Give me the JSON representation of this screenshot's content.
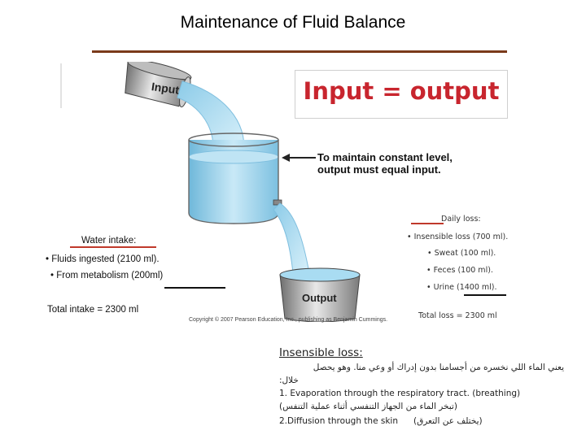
{
  "title": "Maintenance of Fluid Balance",
  "diagram": {
    "input_label": "Input",
    "output_label": "Output",
    "banner": "Input = output",
    "maintain_line1": "To maintain constant level,",
    "maintain_line2": "output must equal input.",
    "copyright": "Copyright © 2007 Pearson Education, Inc., publishing as Benjamin Cummings."
  },
  "intake": {
    "heading": "Water intake:",
    "items": [
      "• Fluids ingested (2100 ml).",
      "• From metabolism (200ml)"
    ],
    "total": "Total intake = 2300 ml"
  },
  "loss": {
    "heading": "Daily loss:",
    "items": [
      "• Insensible loss (700 ml).",
      "• Sweat (100 ml).",
      "• Feces (100 ml).",
      "• Urine (1400 ml)."
    ],
    "total": "Total loss = 2300 ml"
  },
  "insensible": {
    "heading": "Insensible loss:",
    "arabic_line1": "يعني الماء اللي نخسره من أجسامنا بدون إدراك أو وعي منا. وهو يحصل",
    "arabic_line2": "خلال:",
    "point1_en": "1. Evaporation through the respiratory tract. (breathing)",
    "point1_ar": "(تبخر الماء من الجهاز التنفسي أثناء عملية التنفس)",
    "point2_en": "2.Diffusion through the skin",
    "point2_ar": "(يختلف عن التعرق)"
  },
  "colors": {
    "title_rule": "#7a3a1a",
    "banner_text": "#c8252e",
    "water": "#9fd3ec",
    "accent_line": "#c0392b"
  }
}
